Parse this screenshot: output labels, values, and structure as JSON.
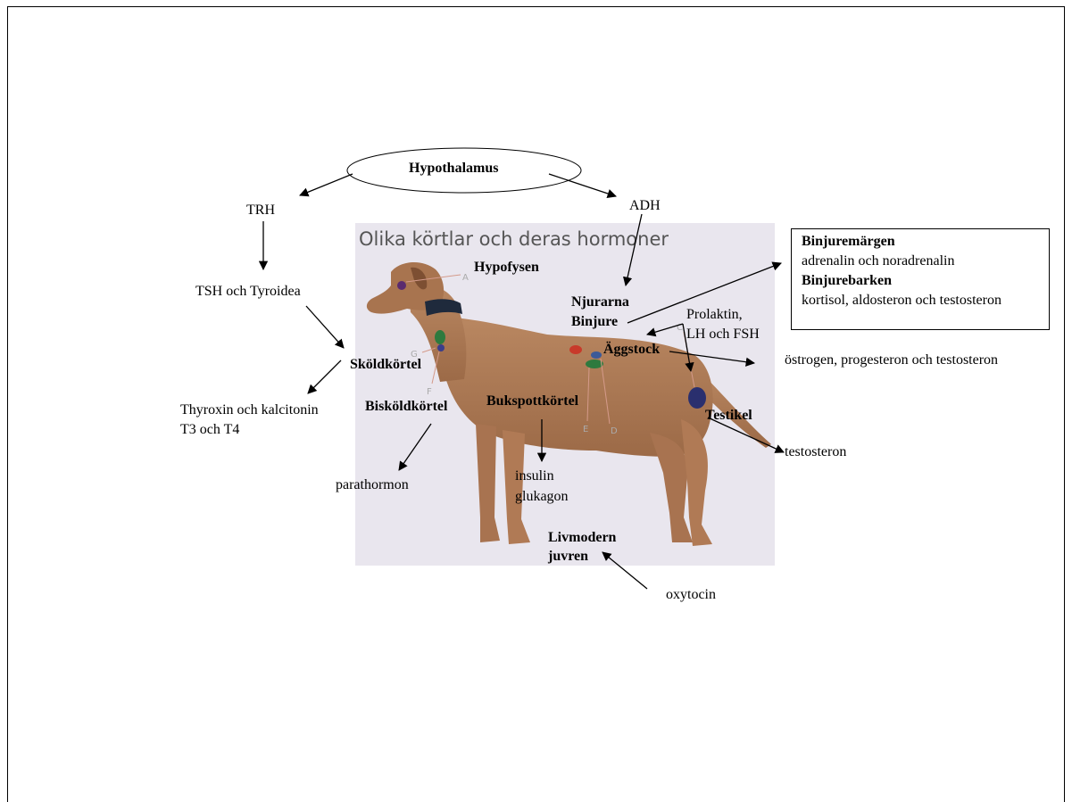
{
  "photo": {
    "title": "Olika körtlar och deras hormoner",
    "marker_letters": [
      "A",
      "G",
      "F",
      "E",
      "D",
      "C"
    ]
  },
  "hypothalamus": "Hypothalamus",
  "labels": {
    "trh": "TRH",
    "adh": "ADH",
    "tsh": "TSH och Tyroidea",
    "skold": "Sköldkörtel",
    "thyroxin1": "Thyroxin och kalcitonin",
    "thyroxin2": "T3 och T4",
    "biskold": "Bisköldkörtel",
    "parathormon": "parathormon",
    "hypofysen": "Hypofysen",
    "njurarna": "Njurarna",
    "binjure": "Binjure",
    "prolaktin1": "Prolaktin,",
    "prolaktin2": "LH och FSH",
    "aggstock": "Äggstock",
    "ostrogen": "östrogen, progesteron och testosteron",
    "bukspott": "Bukspottkörtel",
    "insulin": "insulin",
    "glukagon": "glukagon",
    "testikel": "Testikel",
    "testosteron": "testosteron",
    "livmodern": "Livmodern",
    "juvren": "juvren",
    "oxytocin": "oxytocin"
  },
  "binjure_box": {
    "heading1": "Binjuremärgen",
    "text1": "adrenalin och noradrenalin",
    "heading2": "Binjurebarken",
    "text2": "kortisol, aldosteron och testosteron"
  }
}
